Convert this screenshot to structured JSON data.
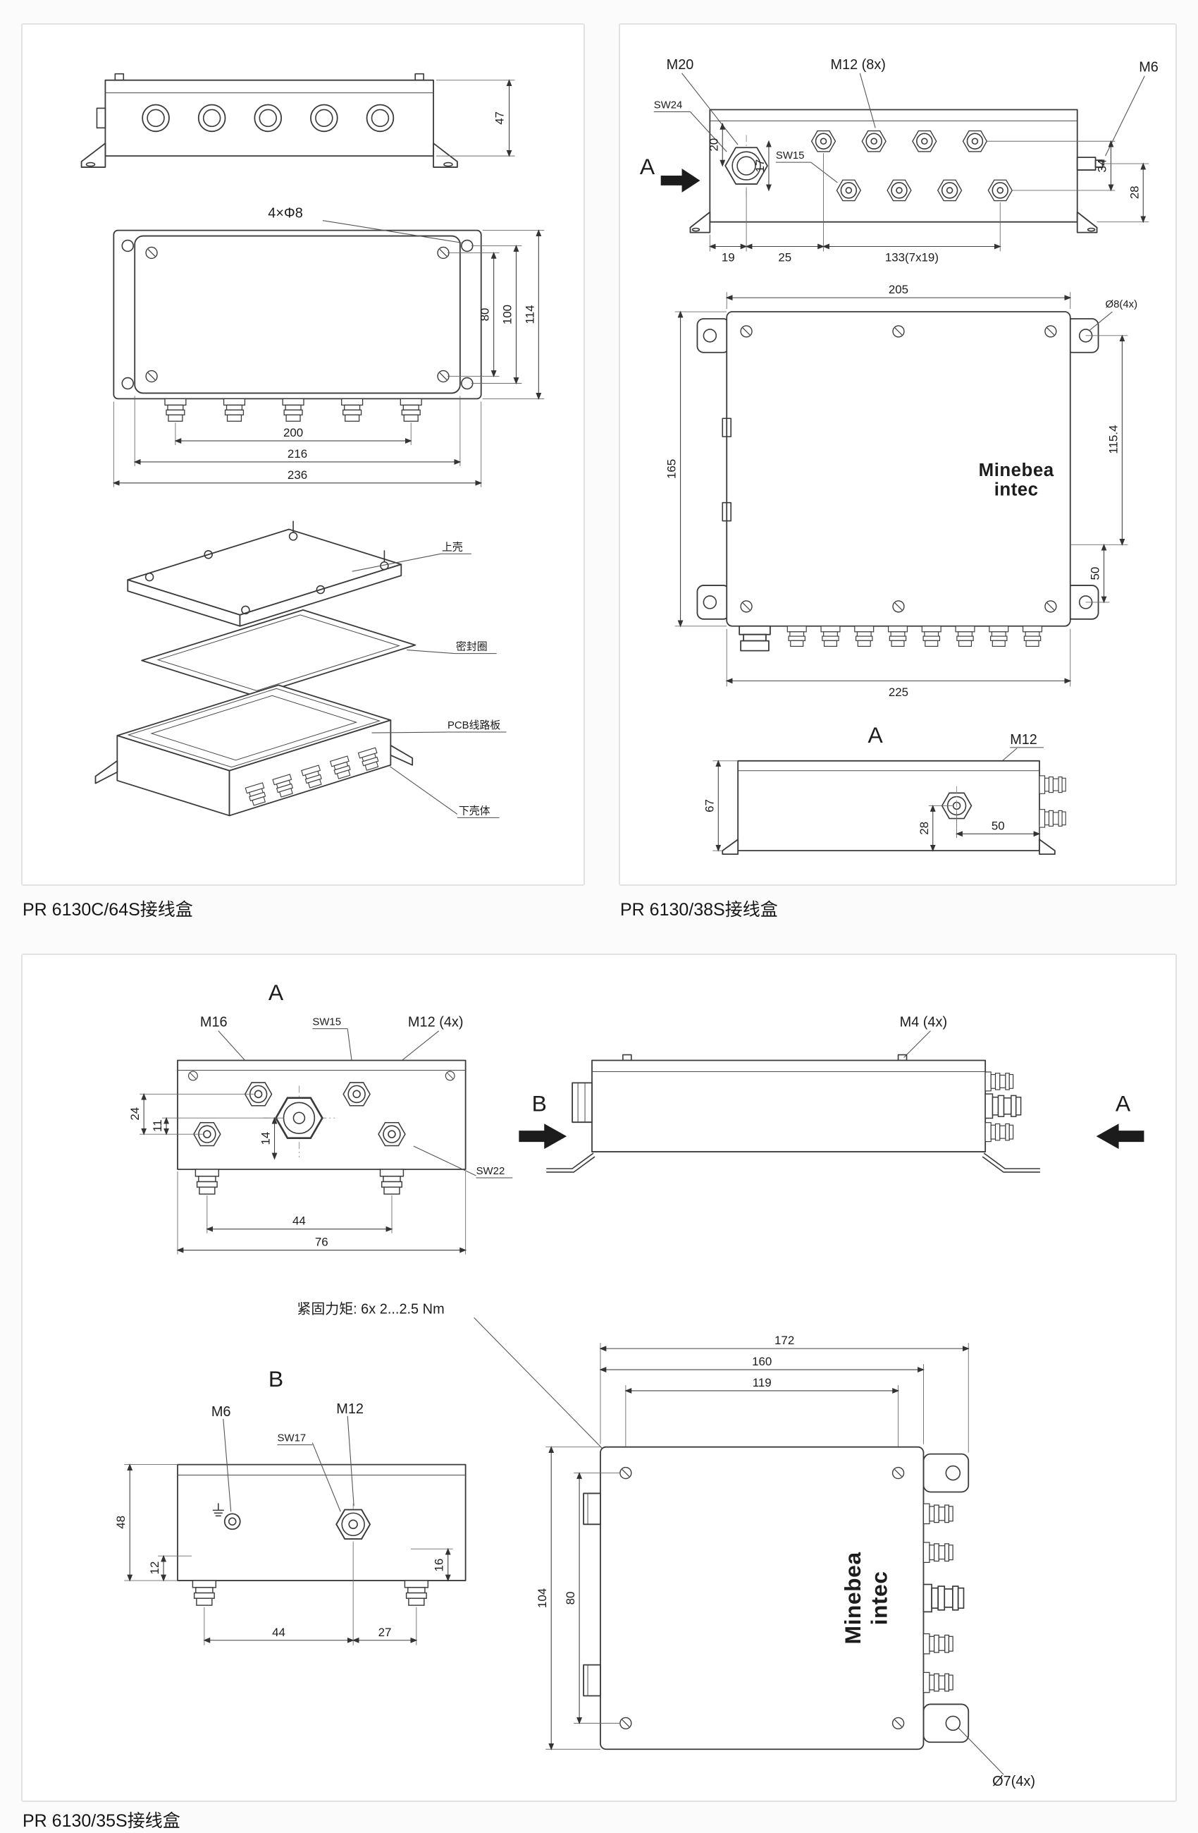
{
  "captions": {
    "p1": "PR 6130C/64S接线盒",
    "p2": "PR 6130/38S接线盒",
    "p3": "PR 6130/35S接线盒"
  },
  "p1": {
    "dims": {
      "h47": "47",
      "holes": "4×Φ8",
      "v80": "80",
      "v100": "100",
      "v114": "114",
      "w200": "200",
      "w216": "216",
      "w236": "236"
    },
    "parts": {
      "upper": "上壳",
      "seal": "密封圈",
      "pcb": "PCB线路板",
      "lower": "下壳体"
    }
  },
  "p2": {
    "labels": {
      "m20": "M20",
      "m12_8x": "M12 (8x)",
      "m6": "M6",
      "sw24": "SW24",
      "sw15": "SW15",
      "viewA": "A",
      "viewA2": "A",
      "m12": "M12"
    },
    "dims": {
      "d19": "19",
      "d25": "25",
      "d133": "133(7x19)",
      "d20": "20",
      "d17": "17",
      "d34": "34",
      "d28": "28",
      "d205": "205",
      "o8": "Ø8(4x)",
      "d165": "165",
      "d115": "115.4",
      "d50": "50",
      "d225": "225",
      "d67": "67",
      "d28b": "28",
      "d50b": "50"
    },
    "brand": {
      "line1": "Minebea",
      "line2": "intec"
    }
  },
  "p3": {
    "labels": {
      "viewA": "A",
      "arrowB": "B",
      "arrowA": "A",
      "viewB": "B",
      "m16": "M16",
      "sw15": "SW15",
      "m12_4x": "M12 (4x)",
      "m4": "M4 (4x)",
      "torque": "紧固力矩: 6x 2...2.5 Nm",
      "m6": "M6",
      "m12": "M12",
      "sw17": "SW17",
      "sw22": "SW22"
    },
    "dims": {
      "d24": "24",
      "d11": "11",
      "d14": "14",
      "d44": "44",
      "d76": "76",
      "d48": "48",
      "d12": "12",
      "d16": "16",
      "d44b": "44",
      "d27": "27",
      "d172": "172",
      "d160": "160",
      "d119": "119",
      "d104": "104",
      "d80": "80",
      "o7": "Ø7(4x)"
    },
    "brand": {
      "line1": "Minebea",
      "line2": "intec"
    }
  }
}
